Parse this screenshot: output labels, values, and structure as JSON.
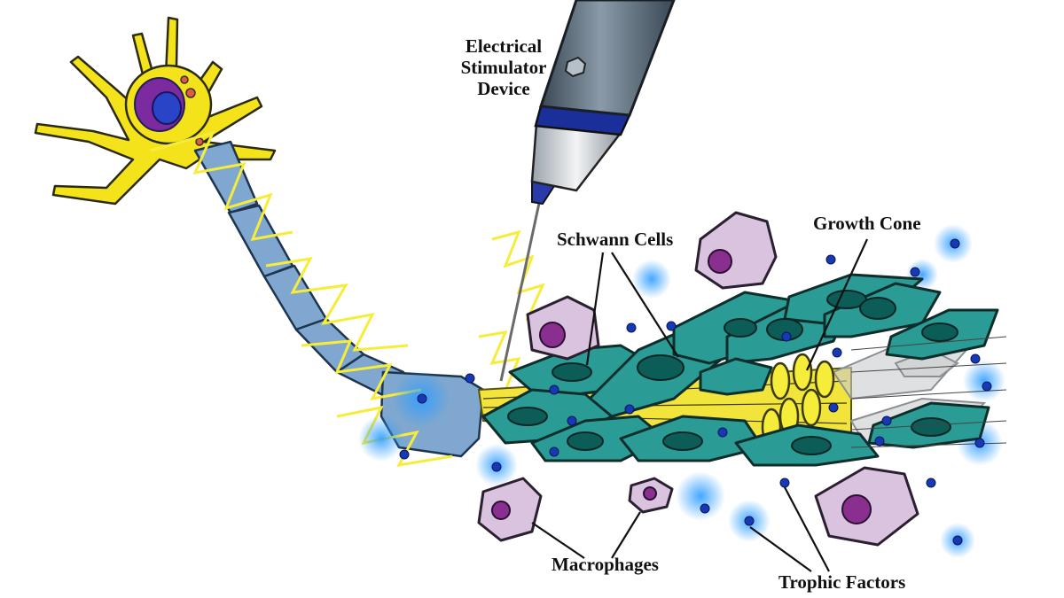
{
  "labels": {
    "stimulator": [
      "Electrical",
      "Stimulator",
      "Device"
    ],
    "schwann": "Schwann Cells",
    "growth_cone": "Growth Cone",
    "macrophages": "Macrophages",
    "trophic": "Trophic Factors"
  },
  "colors": {
    "neuron_body": "#f4e21b",
    "axon": "#7fa7cf",
    "schwann": "#2a9b95",
    "nucleus": "#0c5c58",
    "macrophage": "#d9c3df",
    "macrophage_nucleus": "#8a2f8f",
    "trophic_dot": "#1639b8",
    "trophic_glow": "#3fa9ff",
    "stimulator_body": "#5f6f7d",
    "stimulator_tip": "#dcdfe3",
    "spark": "#f6ec3a"
  }
}
